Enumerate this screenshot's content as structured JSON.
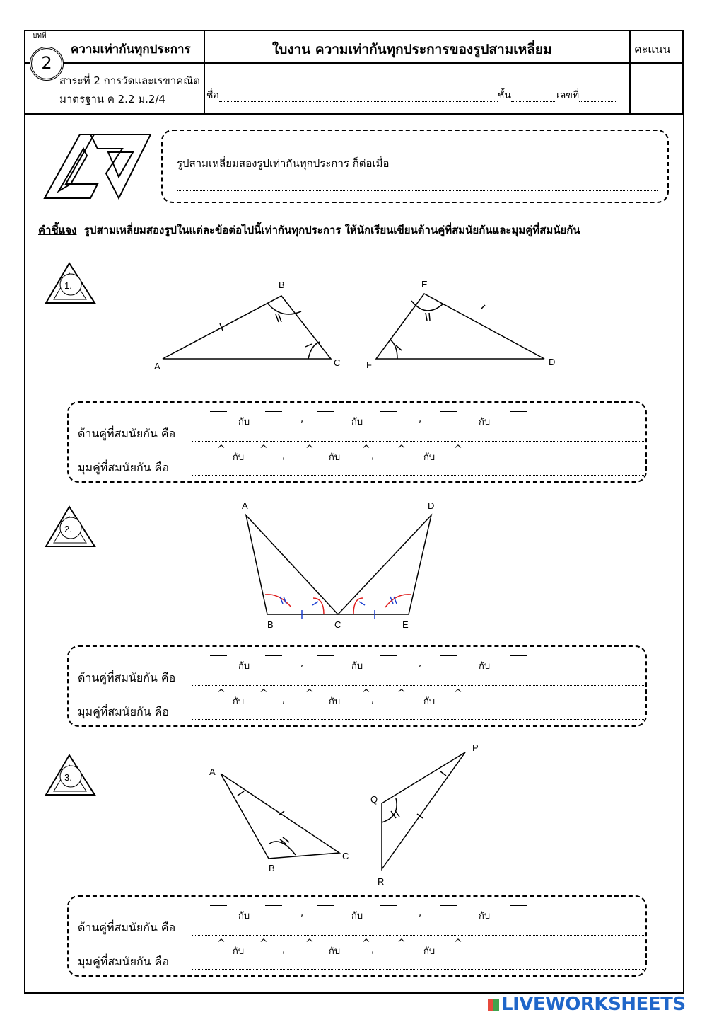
{
  "header": {
    "lesson_label": "บทที่",
    "lesson_number": "2",
    "unit_title": "ความเท่ากันทุกประการ",
    "worksheet_title": "ใบงาน ความเท่ากันทุกประการของรูปสามเหลี่ยม",
    "score_label": "คะแนน",
    "strand": "สาระที่ 2 การวัดและเรขาคณิต",
    "standard": "มาตรฐาน ค 2.2 ม.2/4",
    "name_label": "ชื่อ",
    "class_label": "ชั้น",
    "number_label": "เลขที่"
  },
  "definition": {
    "prompt": "รูปสามเหลี่ยมสองรูปเท่ากันทุกประการ ก็ต่อเมื่อ"
  },
  "instruction": {
    "label": "คำชี้แจง",
    "text": "รูปสามเหลี่ยมสองรูปในแต่ละข้อต่อไปนี้เท่ากันทุกประการ ให้นักเรียนเขียนด้านคู่ที่สมนัยกันและมุมคู่ที่สมนัยกัน"
  },
  "answer": {
    "sides_label": "ด้านคู่ที่สมนัยกัน  คือ",
    "angles_label": "มุมคู่ที่สมนัยกัน  คือ",
    "with": "กับ",
    "comma": ",",
    "hat": "^"
  },
  "questions": [
    {
      "number": "1.",
      "vertices": [
        "A",
        "B",
        "C",
        "D",
        "E",
        "F"
      ]
    },
    {
      "number": "2.",
      "vertices": [
        "A",
        "B",
        "C",
        "D",
        "E"
      ]
    },
    {
      "number": "3.",
      "vertices": [
        "A",
        "B",
        "C",
        "P",
        "Q",
        "R"
      ]
    }
  ],
  "footer": {
    "brand": "LIVEWORKSHEETS"
  }
}
